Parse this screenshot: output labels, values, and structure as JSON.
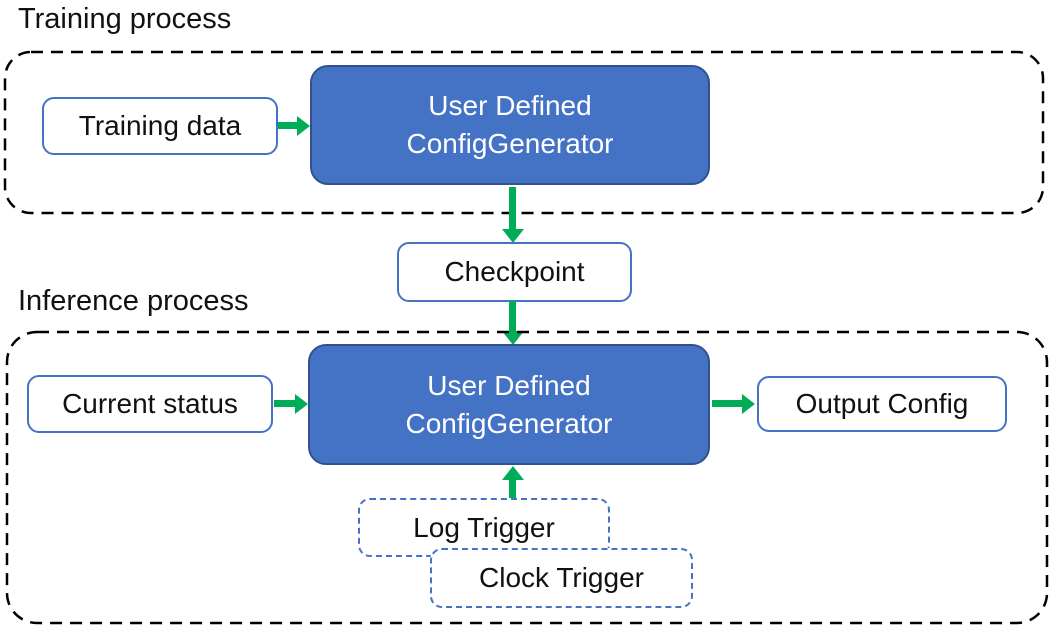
{
  "training_section": {
    "label": "Training process",
    "training_data": "Training data",
    "config_generator": {
      "line1": "User Defined",
      "line2": "ConfigGenerator"
    }
  },
  "checkpoint": {
    "label": "Checkpoint"
  },
  "inference_section": {
    "label": "Inference process",
    "current_status": "Current status",
    "config_generator": {
      "line1": "User Defined",
      "line2": "ConfigGenerator"
    },
    "output_config": "Output Config",
    "log_trigger": "Log Trigger",
    "clock_trigger": "Clock Trigger"
  },
  "edges": [
    {
      "from": "training-data",
      "to": "config-generator-training",
      "direction": "right"
    },
    {
      "from": "config-generator-training",
      "to": "checkpoint",
      "direction": "down"
    },
    {
      "from": "checkpoint",
      "to": "config-generator-inference",
      "direction": "down"
    },
    {
      "from": "current-status",
      "to": "config-generator-inference",
      "direction": "right"
    },
    {
      "from": "config-generator-inference",
      "to": "output-config",
      "direction": "right"
    },
    {
      "from": "log-trigger",
      "to": "config-generator-inference",
      "direction": "up"
    }
  ],
  "colors": {
    "node_fill": "#4472C4",
    "node_border": "#2F528F",
    "io_box_border": "#4472C4",
    "arrow_green": "#00AD56",
    "dashed_container": "#000000",
    "trigger_border": "#4472C4"
  },
  "icons": {
    "flow_arrow": "css-triangle-arrow"
  }
}
